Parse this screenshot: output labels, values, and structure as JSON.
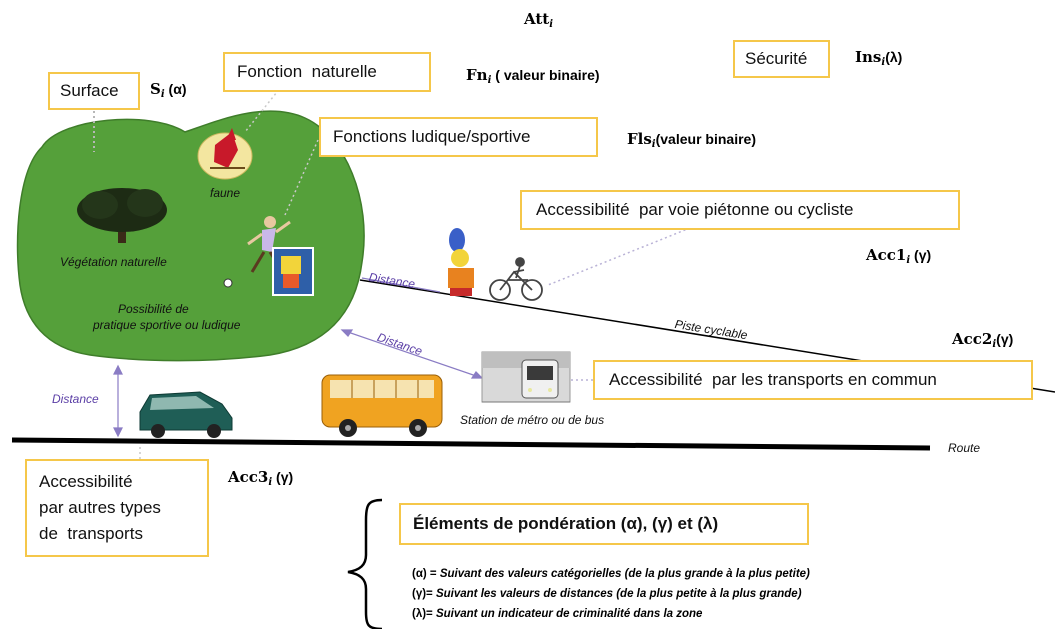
{
  "title_formula": {
    "main": "Att",
    "sub": "i"
  },
  "boxes": {
    "surface": "Surface",
    "fonction_naturelle": "Fonction  naturelle",
    "fonctions_ludique": "Fonctions ludique/sportive",
    "securite": "Sécurité",
    "access_pieton": "Accessibilité  par voie piétonne ou cycliste",
    "access_transports": "Accessibilité  par les transports en commun",
    "access_autres_1": "Accessibilité",
    "access_autres_2": "par autres types",
    "access_autres_3": "de  transports",
    "ponderation": "Éléments de pondération (α), (γ) et (λ)"
  },
  "formulas": {
    "s": {
      "main": "S",
      "sub": "i",
      "arg": " (α)"
    },
    "fn": {
      "main": "Fn",
      "sub": "i",
      "arg": " ( valeur binaire)"
    },
    "fls": {
      "main": "Fls",
      "sub": "i",
      "arg": "(valeur binaire)"
    },
    "ins": {
      "main": "Ins",
      "sub": "i",
      "arg": "(λ)"
    },
    "acc1": {
      "main": "Acc1",
      "sub": "i",
      "arg": " (γ)"
    },
    "acc2": {
      "main": "Acc2",
      "sub": "i",
      "arg": "(γ)"
    },
    "acc3": {
      "main": "Acc3",
      "sub": "i",
      "arg": " (γ)"
    }
  },
  "park_labels": {
    "faune": "faune",
    "vegetation": "Végétation naturelle",
    "sport_1": "Possibilité de",
    "sport_2": "pratique sportive ou ludique"
  },
  "distance_label": "Distance",
  "piste_cyclable": "Piste cyclable",
  "station": "Station de métro ou de bus",
  "route": "Route",
  "legend": [
    {
      "prefix": "(α) = ",
      "text": "Suivant des valeurs catégorielles (de la plus grande à la plus petite)"
    },
    {
      "prefix": "(γ)= ",
      "text": "Suivant les valeurs de distances (de la plus petite à la plus grande)"
    },
    {
      "prefix": "(λ)= ",
      "text": "Suivant un indicateur de criminalité dans la zone"
    }
  ],
  "colors": {
    "box_border": "#f5c74a",
    "park": "#55a03a",
    "distance": "#5b3fa6",
    "bus": "#f0a321",
    "car": "#1f5e56"
  }
}
